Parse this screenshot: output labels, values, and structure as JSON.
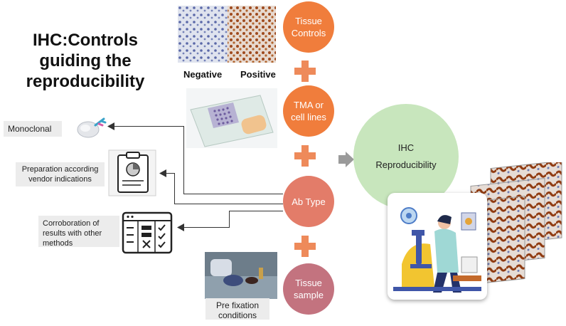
{
  "title_lines": [
    "IHC:Controls",
    "guiding the",
    "reproducibility"
  ],
  "controls": {
    "tissue_controls": "Tissue Controls",
    "negative": "Negative",
    "positive": "Positive",
    "tma": "TMA or cell lines",
    "ab_type": "Ab Type",
    "tissue_sample": "Tissue sample",
    "pre_fixation": "Pre fixation conditions"
  },
  "ab_type_branches": {
    "monoclonal": "Monoclonal",
    "preparation": "Preparation according vendor indications",
    "corroboration": "Corroboration of results with other methods"
  },
  "result": {
    "label_line1": "IHC",
    "label_line2": "Reproducibility"
  },
  "colors": {
    "orange": "#f07d3c",
    "ab_type": "#e37c69",
    "tissue_sample": "#c3737f",
    "reproducibility_circle": "#c8e6bd"
  },
  "icons": [
    "antibody-icon",
    "clipboard-icon",
    "report-icon",
    "arrow-right-icon",
    "scientist-microscope-icon"
  ]
}
